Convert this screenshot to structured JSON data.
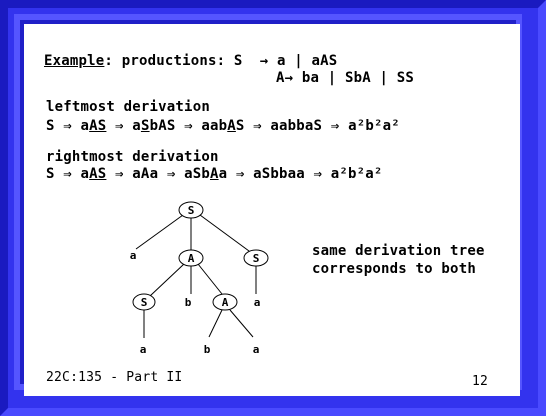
{
  "example": {
    "label": "Example",
    "colon": ":",
    "line1": "productions: S  → a | aAS",
    "line2": "A→ ba | SbA | SS"
  },
  "leftmost": {
    "heading": "leftmost derivation",
    "d_start": "S ⇒ a",
    "d_u1": "AS",
    "d_mid1": " ⇒ a",
    "d_u2": "S",
    "d_mid2": "bAS ⇒ aab",
    "d_u3": "A",
    "d_mid3": "S ⇒ aabbaS ⇒ a",
    "d_end": "²b²a²"
  },
  "rightmost": {
    "heading": "rightmost derivation",
    "d_start": "S ⇒ a",
    "d_u1": "AS",
    "d_mid1": " ⇒ aAa ⇒ aSb",
    "d_u2": "A",
    "d_mid2": "a ⇒ aSbbaa ⇒ a",
    "d_end": "²b²a²"
  },
  "tree": {
    "nodes": [
      "S",
      "a",
      "A",
      "S",
      "S",
      "b",
      "A",
      "a",
      "a",
      "b",
      "a"
    ]
  },
  "note": {
    "line1": "same derivation tree",
    "line2": "corresponds to both"
  },
  "footer": {
    "course": "22C:135 - Part II",
    "page": "12"
  }
}
